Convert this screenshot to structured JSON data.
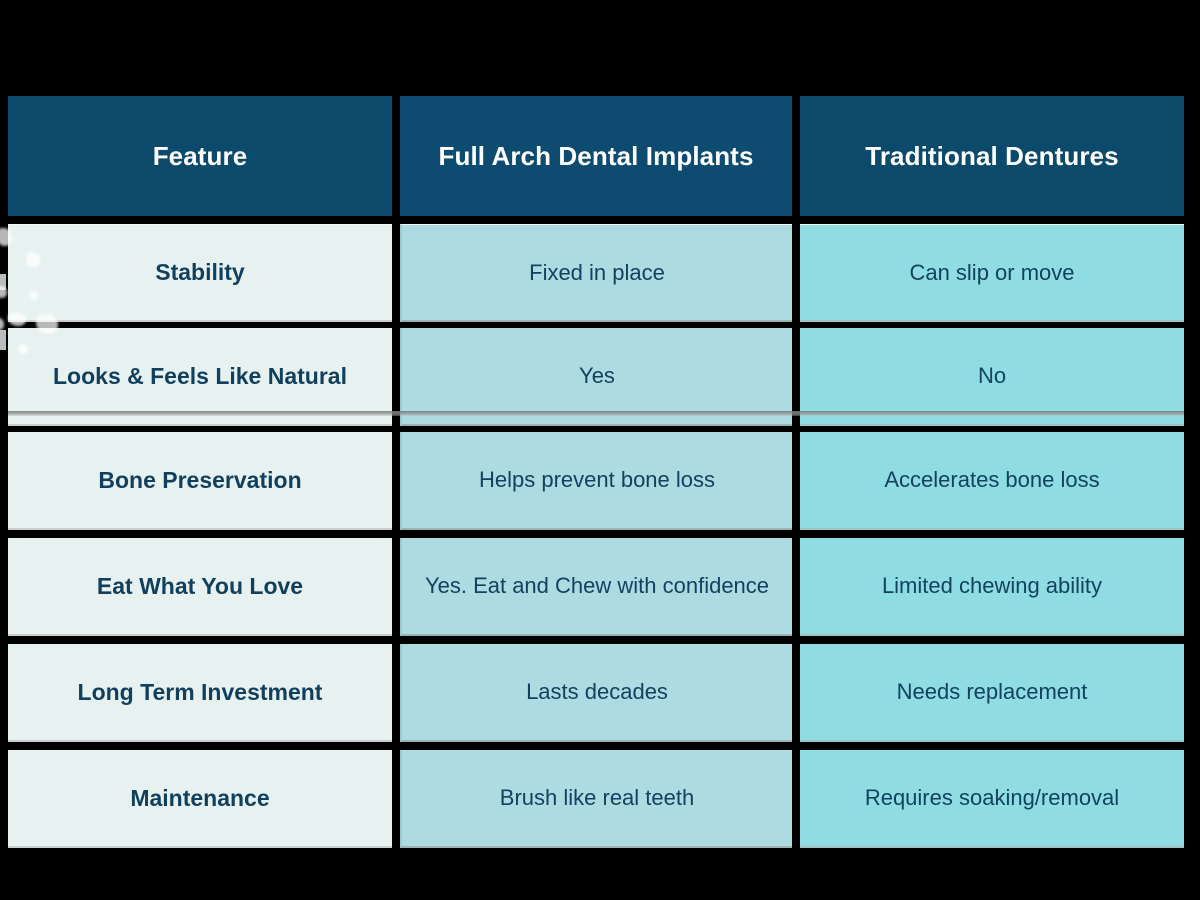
{
  "theme": {
    "background": "#000000",
    "header_bg": "#0c4a6c",
    "header_text": "#ffffff",
    "col1_bg": "#e7f2f0",
    "col2_bg": "#aedbe1",
    "col3_bg": "#8fdde2",
    "body_text": "#12425f"
  },
  "table": {
    "headers": [
      "Feature",
      "Full Arch Dental Implants",
      "Traditional Dentures"
    ],
    "rows": [
      {
        "feature": "Stability",
        "implants": "Fixed in place",
        "dentures": "Can slip or move"
      },
      {
        "feature": "Looks & Feels Like Natural",
        "implants": "Yes",
        "dentures": "No"
      },
      {
        "feature": "Bone Preservation",
        "implants": "Helps prevent bone loss",
        "dentures": "Accelerates bone loss"
      },
      {
        "feature": "Eat What You Love",
        "implants": "Yes. Eat and Chew with confidence",
        "dentures": "Limited chewing ability"
      },
      {
        "feature": "Long Term Investment",
        "implants": "Lasts decades",
        "dentures": "Needs replacement"
      },
      {
        "feature": "Maintenance",
        "implants": "Brush like real teeth",
        "dentures": "Requires soaking/removal"
      }
    ]
  }
}
